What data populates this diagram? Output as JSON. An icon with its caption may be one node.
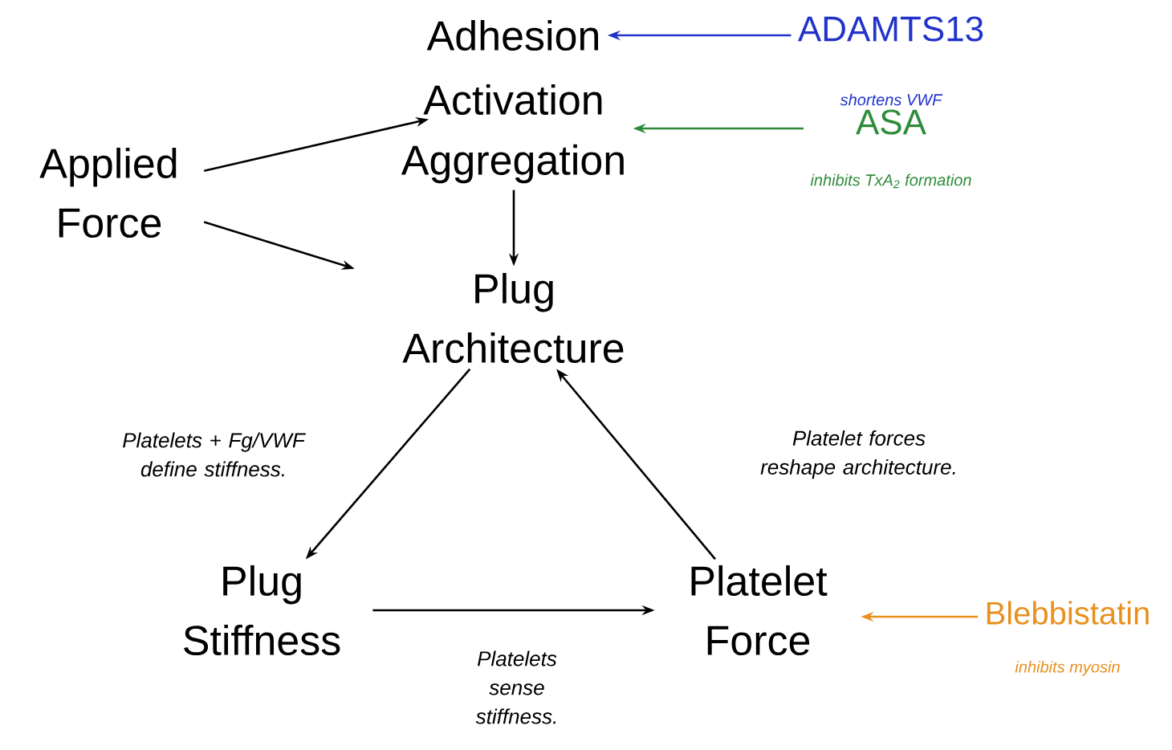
{
  "diagram": {
    "nodes": [
      {
        "text": [
          "Adhesion"
        ]
      },
      {
        "text": [
          "Activation"
        ]
      },
      {
        "text": [
          "Aggregation"
        ]
      },
      {
        "text": [
          "Applied Force"
        ]
      },
      {
        "text": [
          "Plug Architecture"
        ]
      },
      {
        "text": [
          "Plug Stiffness"
        ]
      },
      {
        "text": [
          "Platelet Force"
        ]
      },
      {
        "text": [
          "ADAMTS13"
        ],
        "beside": [
          "shortens VWF"
        ]
      },
      {
        "text": [
          "ASA"
        ],
        "beside": [
          "inhibits TxA$_{2}$ formation"
        ]
      },
      {
        "text": [
          "Blebbistatin"
        ],
        "beside": [
          "inhibits myosin"
        ]
      }
    ],
    "edges": [
      {
        "from": 7,
        "to": 0,
        "arrow": "to",
        "color": "#2233cc"
      },
      {
        "from": 8,
        "to": 2,
        "arrow": "to",
        "color": "#2e8b3a"
      },
      {
        "from": 3,
        "to": 1,
        "arrow": "to"
      },
      {
        "from": 3,
        "to": 4,
        "arrow": "to"
      },
      {
        "from": 2,
        "to": 4,
        "arrow": "to"
      },
      {
        "from": 4,
        "to": 5,
        "arrow": "to",
        "label": "Platelets + Fg/VWF define stiffness."
      },
      {
        "from": 5,
        "to": 6,
        "arrow": "to",
        "label": "Platelets sense stiffness."
      },
      {
        "from": 6,
        "to": 4,
        "arrow": "to",
        "label": "Platelet forces reshape architecture."
      },
      {
        "from": 9,
        "to": 6,
        "arrow": "to",
        "color": "#e8901e"
      }
    ]
  }
}
